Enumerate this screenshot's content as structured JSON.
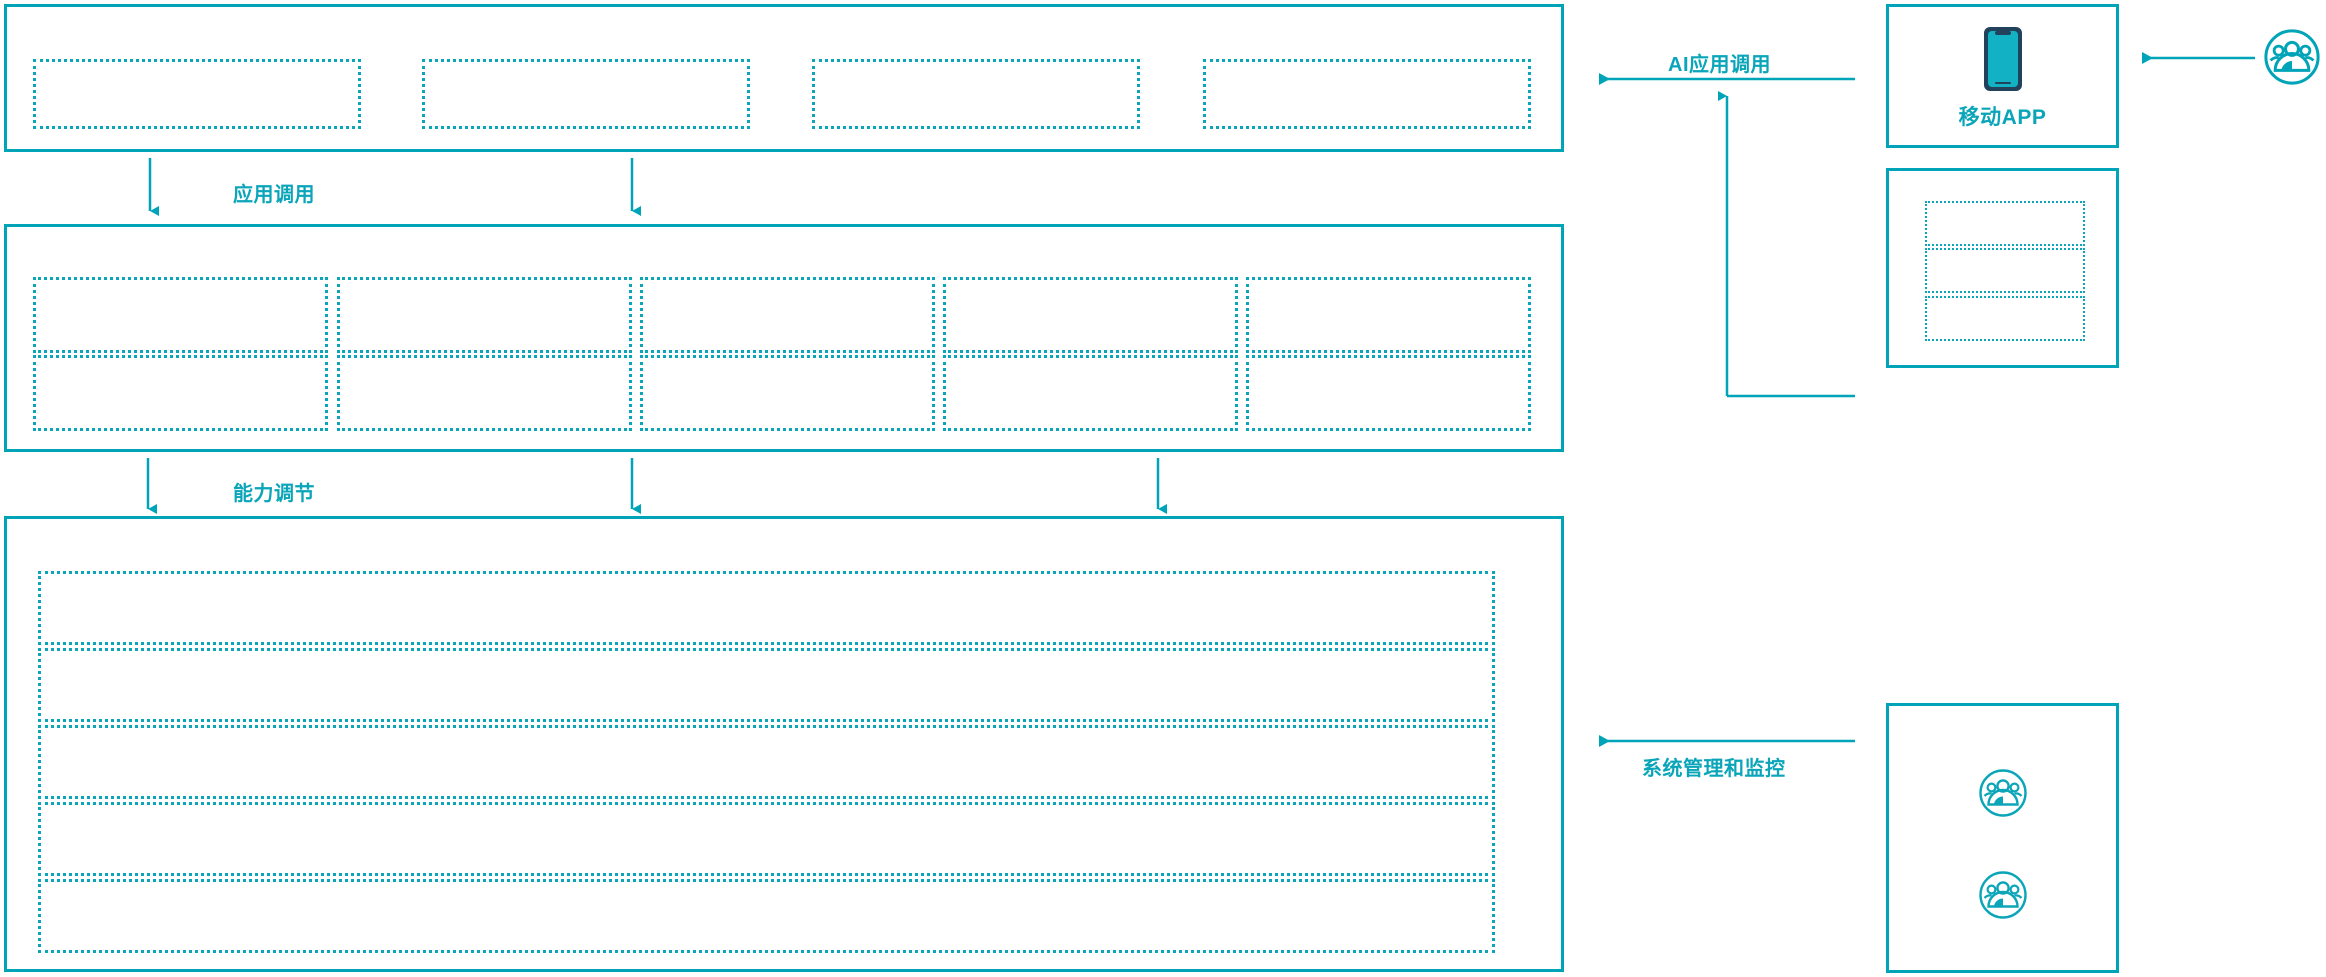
{
  "theme": {
    "accent": "#00a4b8",
    "accent_light": "#0ba5b9",
    "phone_dark": "#22425c",
    "background": "#ffffff"
  },
  "diagram": {
    "type": "layered-architecture",
    "title": "",
    "orientation": "left-stack-with-right-actors"
  },
  "layers": [
    {
      "id": "application-layer",
      "name": "application-layer",
      "label": "",
      "slots": [
        {
          "label": ""
        },
        {
          "label": ""
        },
        {
          "label": ""
        },
        {
          "label": ""
        }
      ]
    },
    {
      "id": "capability-layer",
      "name": "capability-layer",
      "label": "",
      "columns": 5,
      "rows": 2,
      "slots": [
        {
          "label": ""
        },
        {
          "label": ""
        },
        {
          "label": ""
        },
        {
          "label": ""
        },
        {
          "label": ""
        },
        {
          "label": ""
        },
        {
          "label": ""
        },
        {
          "label": ""
        },
        {
          "label": ""
        },
        {
          "label": ""
        }
      ]
    },
    {
      "id": "platform-layer",
      "name": "platform-layer",
      "label": "",
      "slots": [
        {
          "label": ""
        },
        {
          "label": ""
        },
        {
          "label": ""
        },
        {
          "label": ""
        },
        {
          "label": ""
        }
      ]
    }
  ],
  "flows": [
    {
      "id": "app-invoke",
      "label": "应用调用",
      "direction": "down"
    },
    {
      "id": "capability-tune",
      "label": "能力调节",
      "direction": "down"
    },
    {
      "id": "ai-app-invoke",
      "label": "AI应用调用",
      "direction": "left"
    },
    {
      "id": "sys-admin",
      "label": "系统管理和监控",
      "direction": "left"
    }
  ],
  "actors": {
    "mobile_app": {
      "label": "移动APP",
      "icon": "smartphone-icon"
    },
    "channel_box": {
      "label": "",
      "slots": [
        {
          "label": ""
        },
        {
          "label": ""
        },
        {
          "label": ""
        }
      ]
    },
    "operators_box": {
      "label": "",
      "icons": [
        {
          "icon": "users-group-icon",
          "label": ""
        },
        {
          "icon": "users-group-icon",
          "label": ""
        }
      ]
    },
    "end_user": {
      "icon": "users-group-icon",
      "label": ""
    }
  }
}
